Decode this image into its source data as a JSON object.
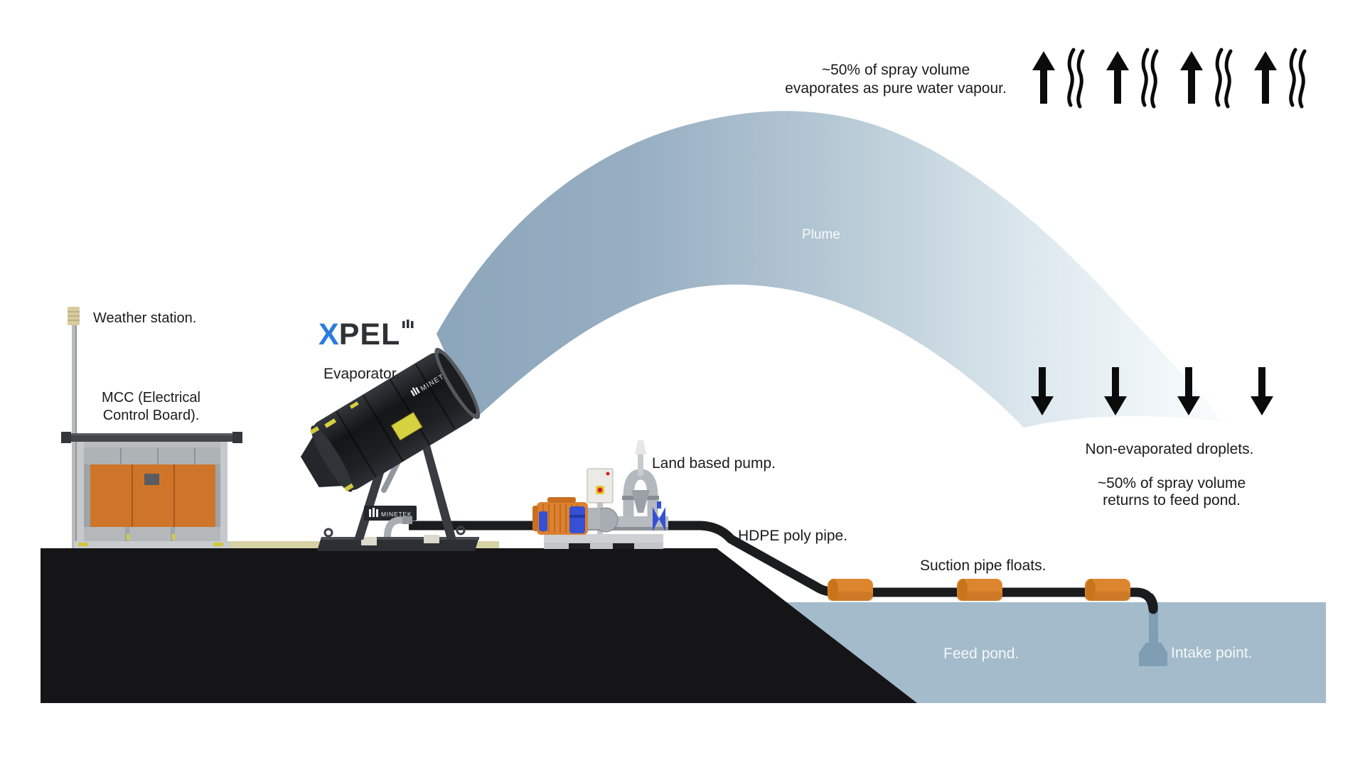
{
  "diagram": {
    "brand": {
      "x": "X",
      "pel": "PEL",
      "mark_icon": "minetek-bars-icon"
    },
    "labels": {
      "top_note": "~50% of spray volume\nevaporates as pure water vapour.",
      "plume": "Plume",
      "weather_station": "Weather station.",
      "mcc": "MCC (Electrical\nControl Board).",
      "evaporator": "Evaporator.",
      "machine_brand": "MINETEK",
      "land_pump": "Land based pump.",
      "hdpe_pipe": "HDPE poly pipe.",
      "suction_floats": "Suction pipe floats.",
      "feed_pond": "Feed pond.",
      "intake_point": "Intake point.",
      "droplets": "Non-evaporated droplets.",
      "returns_note": "~50% of spray volume\nreturns to feed pond."
    },
    "icons": {
      "vapour": "up-arrow-icon + steam-wisp-icon (x4)",
      "droplets": "down-arrow-icon (x4)"
    },
    "colors": {
      "plume_start": "#8ba5ba",
      "plume_end": "#fafcfd",
      "pond_blue": "#a3bbca",
      "intake_blue": "#7e9db2",
      "ground_black": "#151517",
      "pipe_black": "#1b1c1e",
      "float_orange": "#de8530",
      "mcc_orange": "#ce7529",
      "motor_orange": "#dd8130",
      "pump_blue": "#3550d4",
      "brand_blue": "#2b7cdb",
      "sand": "#d7d1a6",
      "hazard_yellow": "#d6d13f"
    }
  }
}
